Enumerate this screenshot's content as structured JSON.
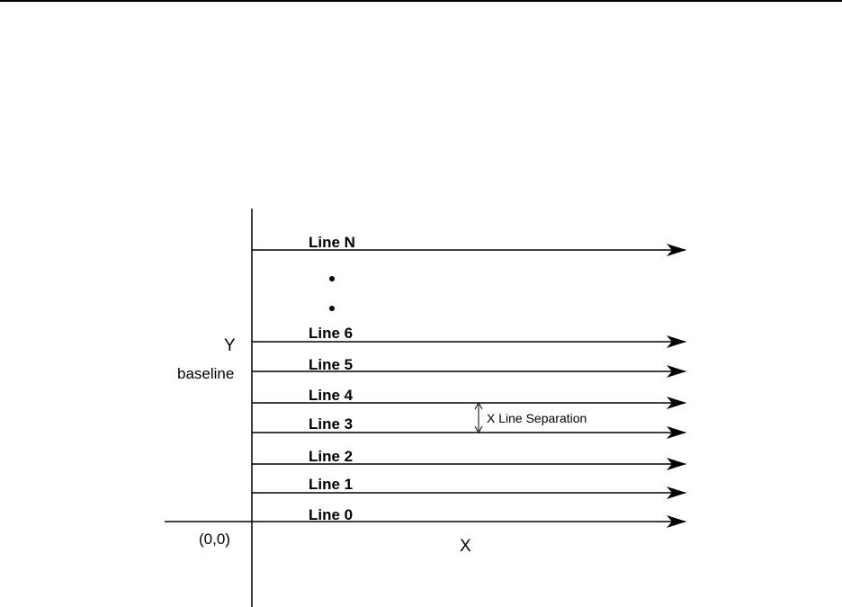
{
  "labels": {
    "y_axis": "Y",
    "baseline": "baseline",
    "origin": "(0,0)",
    "x_axis": "X",
    "separation": "X Line Separation"
  },
  "lines": [
    {
      "label": "Line 0"
    },
    {
      "label": "Line 1"
    },
    {
      "label": "Line 2"
    },
    {
      "label": "Line 3"
    },
    {
      "label": "Line 4"
    },
    {
      "label": "Line 5"
    },
    {
      "label": "Line 6"
    },
    {
      "label": "Line N"
    }
  ],
  "colors": {
    "stroke": "#000000",
    "background": "#ffffff"
  }
}
